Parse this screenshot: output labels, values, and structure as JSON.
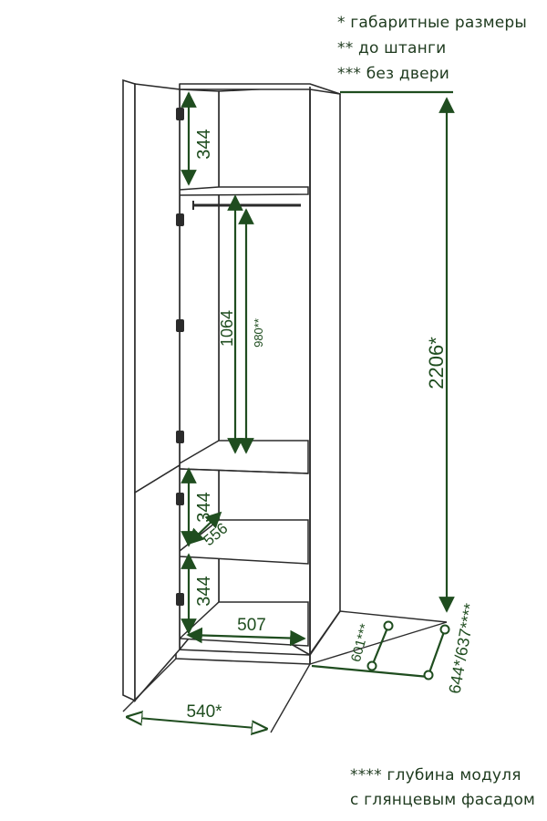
{
  "notes_top": [
    "* габаритные размеры",
    "** до штанги",
    "*** без двери"
  ],
  "notes_bottom": [
    "**** глубина модуля",
    "с глянцевым фасадом"
  ],
  "dimensions": {
    "total_height": "2206*",
    "top_shelf": "344",
    "rod_clear": "1064",
    "to_rod": "980**",
    "shelf_mid": "344",
    "shelf_depth": "556",
    "shelf_low": "344",
    "inner_width": "507",
    "outer_width": "540*",
    "depth_no_door": "601***",
    "total_depth": "644*/637****"
  },
  "colors": {
    "dimension": "#1f4d1f",
    "outline": "#2b2b2b",
    "panel": "#ffffff"
  }
}
